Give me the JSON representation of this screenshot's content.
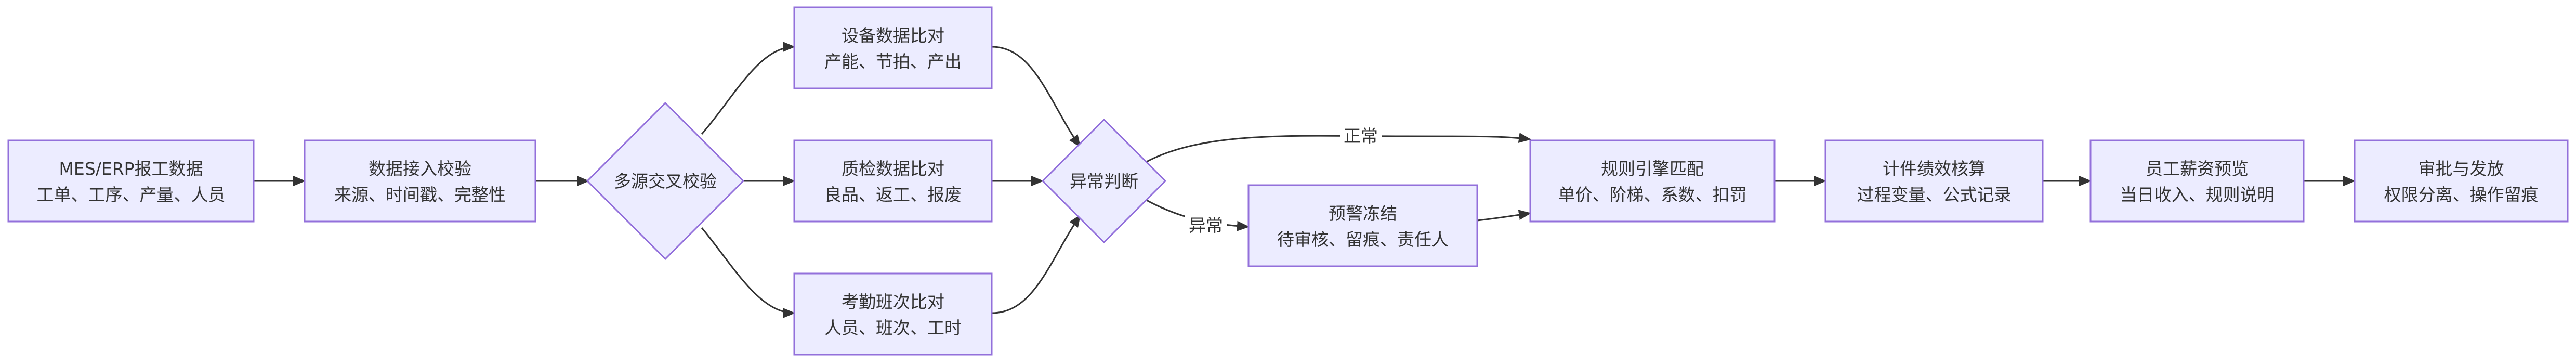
{
  "nodes": {
    "mes": {
      "line1": "MES/ERP报工数据",
      "line2": "工单、工序、产量、人员"
    },
    "intake": {
      "line1": "数据接入校验",
      "line2": "来源、时间戳、完整性"
    },
    "cross": {
      "line1": "多源交叉校验"
    },
    "device": {
      "line1": "设备数据比对",
      "line2": "产能、节拍、产出"
    },
    "quality": {
      "line1": "质检数据比对",
      "line2": "良品、返工、报废"
    },
    "attend": {
      "line1": "考勤班次比对",
      "line2": "人员、班次、工时"
    },
    "anomaly": {
      "line1": "异常判断"
    },
    "freeze": {
      "line1": "预警冻结",
      "line2": "待审核、留痕、责任人"
    },
    "rules": {
      "line1": "规则引擎匹配",
      "line2": "单价、阶梯、系数、扣罚"
    },
    "calc": {
      "line1": "计件绩效核算",
      "line2": "过程变量、公式记录"
    },
    "preview": {
      "line1": "员工薪资预览",
      "line2": "当日收入、规则说明"
    },
    "approve": {
      "line1": "审批与发放",
      "line2": "权限分离、操作留痕"
    }
  },
  "edges": {
    "normal_label": "正常",
    "abnormal_label": "异常"
  },
  "colors": {
    "node_fill": "#ECECFF",
    "node_stroke": "#9370DB",
    "edge": "#333333"
  }
}
